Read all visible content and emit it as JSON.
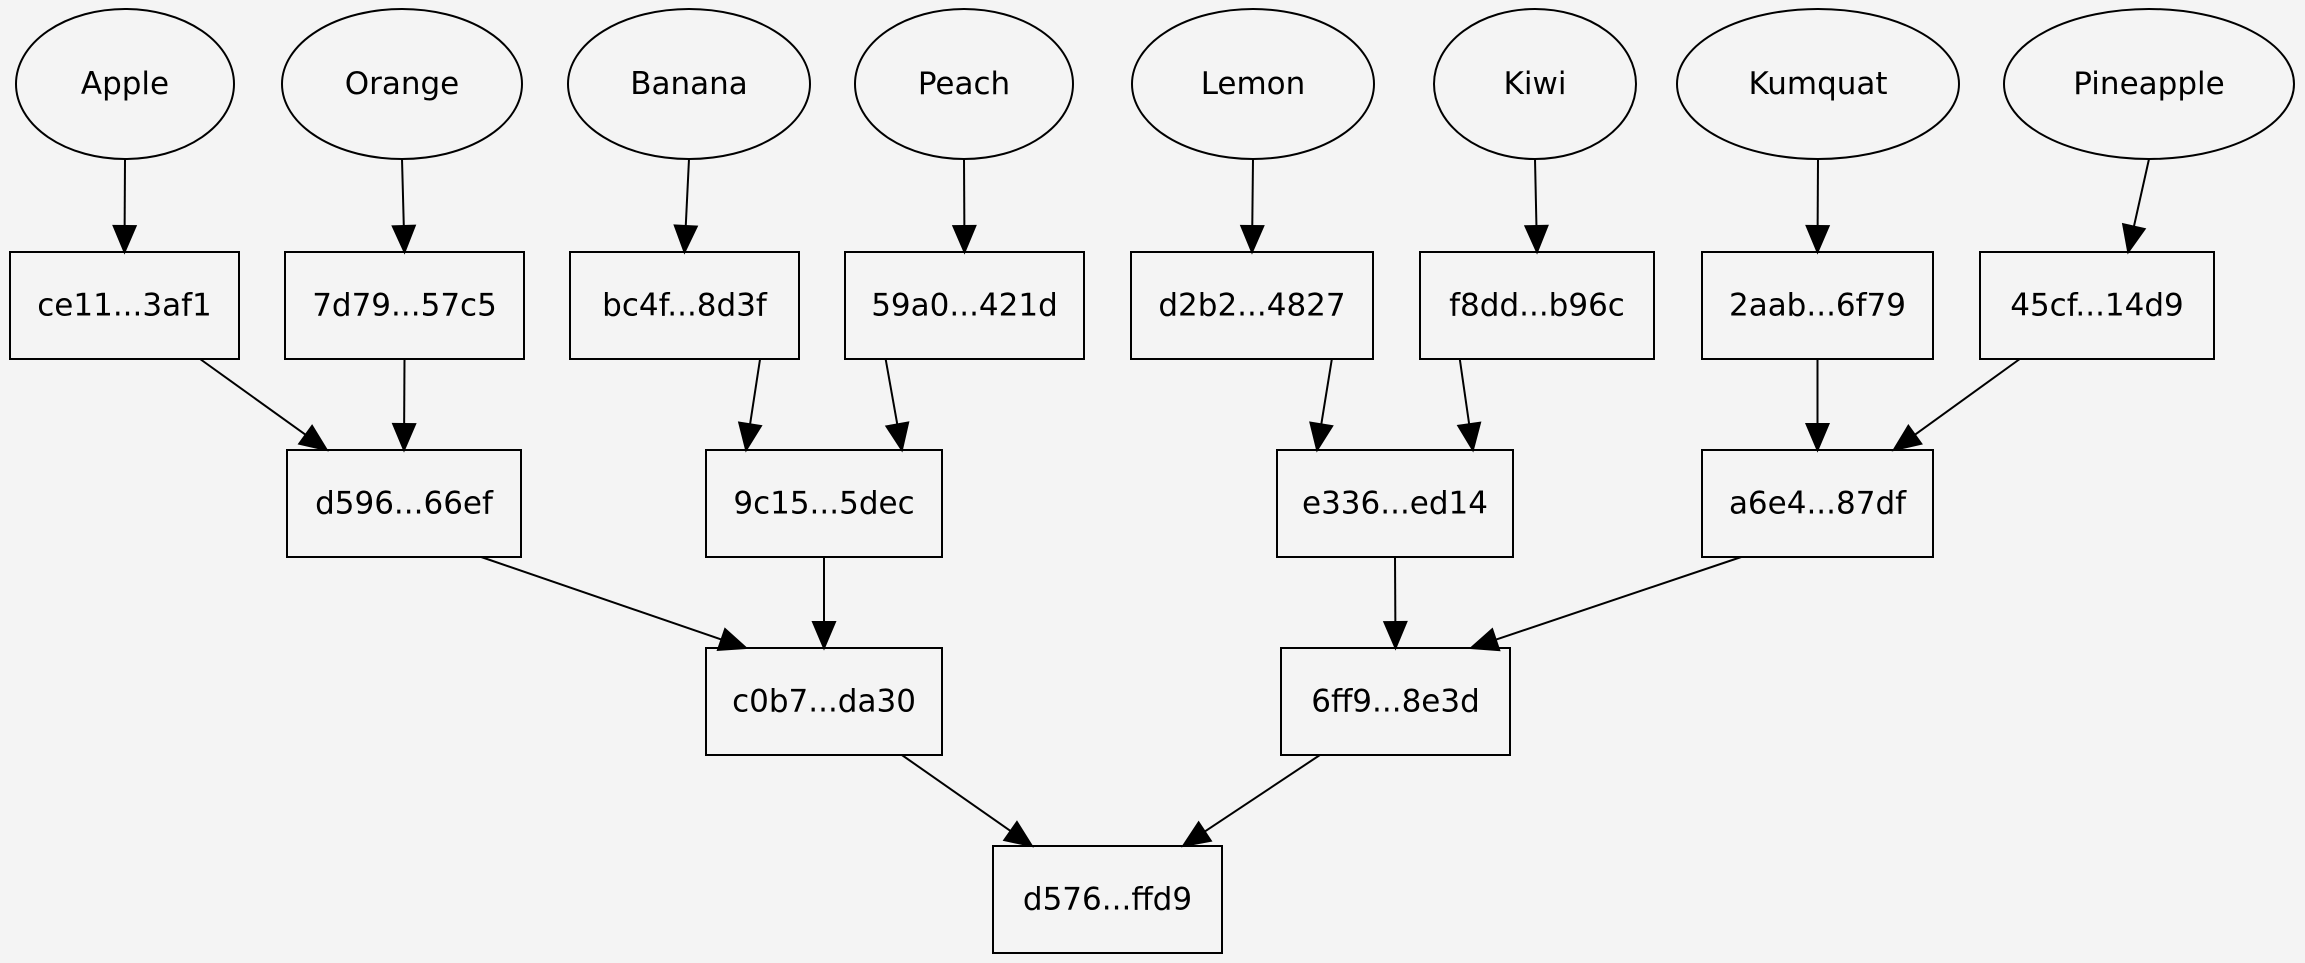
{
  "diagram": {
    "leaves": [
      {
        "id": "apple",
        "label": "Apple"
      },
      {
        "id": "orange",
        "label": "Orange"
      },
      {
        "id": "banana",
        "label": "Banana"
      },
      {
        "id": "peach",
        "label": "Peach"
      },
      {
        "id": "lemon",
        "label": "Lemon"
      },
      {
        "id": "kiwi",
        "label": "Kiwi"
      },
      {
        "id": "kumquat",
        "label": "Kumquat"
      },
      {
        "id": "pineapple",
        "label": "Pineapple"
      }
    ],
    "hashes": [
      {
        "id": "h-ce11",
        "label": "ce11...3af1"
      },
      {
        "id": "h-7d79",
        "label": "7d79...57c5"
      },
      {
        "id": "h-bc4f",
        "label": "bc4f...8d3f"
      },
      {
        "id": "h-59a0",
        "label": "59a0...421d"
      },
      {
        "id": "h-d2b2",
        "label": "d2b2...4827"
      },
      {
        "id": "h-f8dd",
        "label": "f8dd...b96c"
      },
      {
        "id": "h-2aab",
        "label": "2aab...6f79"
      },
      {
        "id": "h-45cf",
        "label": "45cf...14d9"
      }
    ],
    "level2": [
      {
        "id": "h-d596",
        "label": "d596...66ef"
      },
      {
        "id": "h-9c15",
        "label": "9c15...5dec"
      },
      {
        "id": "h-e336",
        "label": "e336...ed14"
      },
      {
        "id": "h-a6e4",
        "label": "a6e4...87df"
      }
    ],
    "level3": [
      {
        "id": "h-c0b7",
        "label": "c0b7...da30"
      },
      {
        "id": "h-6ff9",
        "label": "6ff9...8e3d"
      }
    ],
    "root": {
      "id": "h-d576",
      "label": "d576...ffd9"
    },
    "edges": [
      [
        "apple",
        "h-ce11"
      ],
      [
        "orange",
        "h-7d79"
      ],
      [
        "banana",
        "h-bc4f"
      ],
      [
        "peach",
        "h-59a0"
      ],
      [
        "lemon",
        "h-d2b2"
      ],
      [
        "kiwi",
        "h-f8dd"
      ],
      [
        "kumquat",
        "h-2aab"
      ],
      [
        "pineapple",
        "h-45cf"
      ],
      [
        "h-ce11",
        "h-d596"
      ],
      [
        "h-7d79",
        "h-d596"
      ],
      [
        "h-bc4f",
        "h-9c15"
      ],
      [
        "h-59a0",
        "h-9c15"
      ],
      [
        "h-d2b2",
        "h-e336"
      ],
      [
        "h-f8dd",
        "h-e336"
      ],
      [
        "h-2aab",
        "h-a6e4"
      ],
      [
        "h-45cf",
        "h-a6e4"
      ],
      [
        "h-d596",
        "h-c0b7"
      ],
      [
        "h-9c15",
        "h-c0b7"
      ],
      [
        "h-e336",
        "h-6ff9"
      ],
      [
        "h-a6e4",
        "h-6ff9"
      ],
      [
        "h-c0b7",
        "h-d576"
      ],
      [
        "h-6ff9",
        "h-d576"
      ]
    ]
  }
}
